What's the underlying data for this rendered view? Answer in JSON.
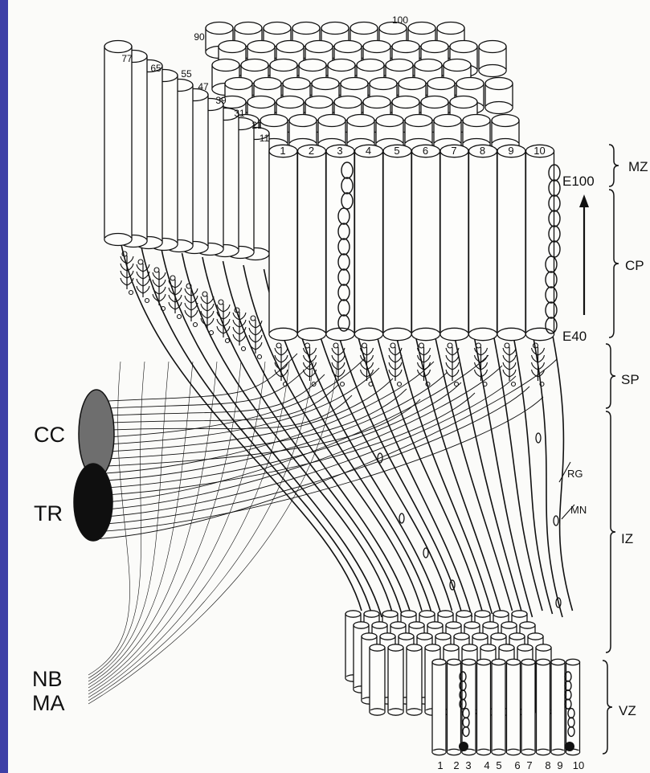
{
  "colors": {
    "frame": "#3d3fa6",
    "paper": "#fbfbf9",
    "ink": "#111111"
  },
  "labels": {
    "cc": "CC",
    "tr": "TR",
    "nb": "NB",
    "ma": "MA",
    "e100": "E100",
    "e40": "E40",
    "rg": "RG",
    "mn": "MN"
  },
  "zones": {
    "mz": "MZ",
    "cp": "CP",
    "sp": "SP",
    "iz": "IZ",
    "vz": "VZ"
  },
  "top_columns": [
    "1",
    "2",
    "3",
    "4",
    "5",
    "6",
    "7",
    "8",
    "9",
    "10"
  ],
  "diagonal_columns": [
    "11",
    "21",
    "31",
    "39",
    "47",
    "55",
    "65",
    "77",
    "90",
    "100"
  ],
  "vz_columns": [
    "1",
    "2",
    "3",
    "4",
    "5",
    "6",
    "7",
    "8",
    "9",
    "10"
  ]
}
